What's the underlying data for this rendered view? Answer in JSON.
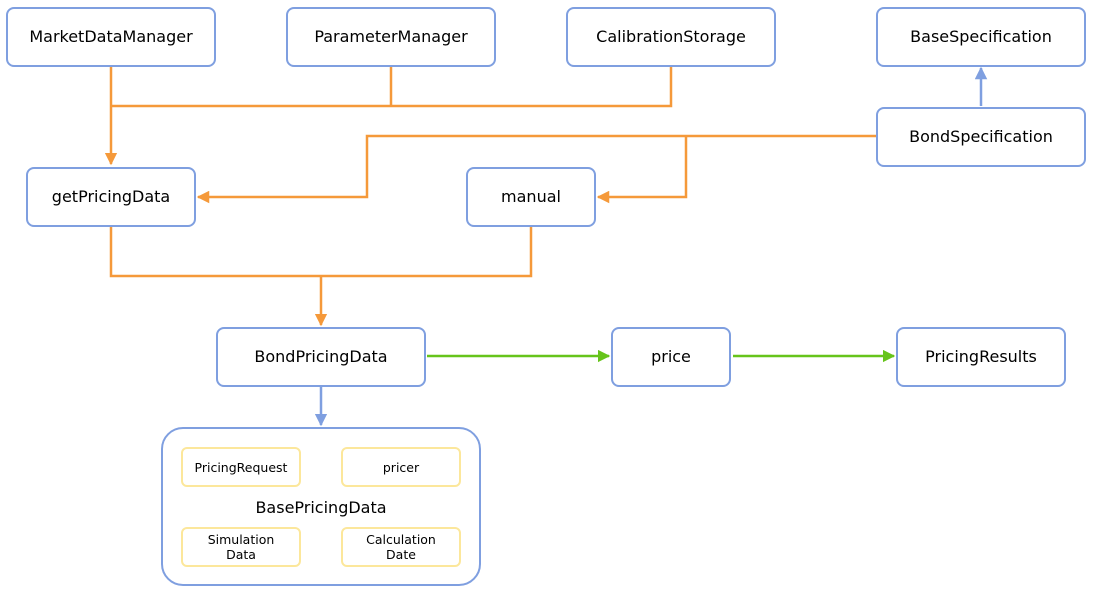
{
  "nodes": {
    "market_data_manager": "MarketDataManager",
    "parameter_manager": "ParameterManager",
    "calibration_storage": "CalibrationStorage",
    "base_specification": "BaseSpecification",
    "bond_specification": "BondSpecification",
    "get_pricing_data": "getPricingData",
    "manual": "manual",
    "bond_pricing_data": "BondPricingData",
    "price": "price",
    "pricing_results": "PricingResults"
  },
  "base_pricing_data": {
    "label": "BasePricingData",
    "items": {
      "pricing_request": "PricingRequest",
      "pricer": "pricer",
      "simulation_data": "Simulation Data",
      "calculation_date": "Calculation Date"
    }
  },
  "colors": {
    "node_border": "#7f9fe0",
    "inner_border": "#fce79b",
    "orange_edge": "#f5993a",
    "green_edge": "#66c41b",
    "blue_edge": "#7f9fe0"
  }
}
